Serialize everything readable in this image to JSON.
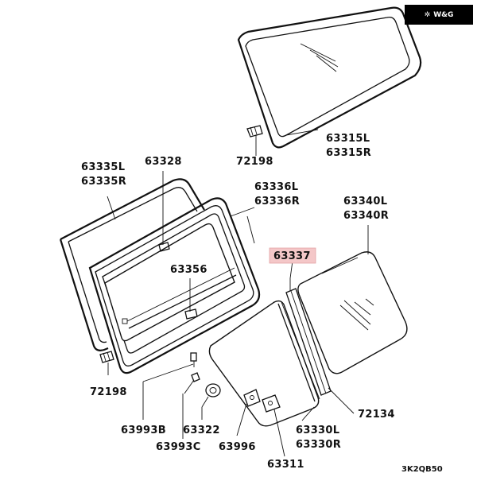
{
  "logo": {
    "text": "W&G",
    "icon": "wing-icon"
  },
  "labels": {
    "p63315": [
      "63315L",
      "63315R"
    ],
    "p72198a": "72198",
    "p63335": [
      "63335L",
      "63335R"
    ],
    "p63328": "63328",
    "p63336": [
      "63336L",
      "63336R"
    ],
    "p63340": [
      "63340L",
      "63340R"
    ],
    "p63337": "63337",
    "p63356": "63356",
    "p72198b": "72198",
    "p72134": "72134",
    "p63993b": "63993B",
    "p63322": "63322",
    "p63330": [
      "63330L",
      "63330R"
    ],
    "p63993c": "63993C",
    "p63996": "63996",
    "p63311": "63311"
  },
  "ref_code": "3K2QB50",
  "colors": {
    "highlight_fill": "#f4c7c8",
    "highlight_stroke": "#e3a3a5",
    "ink": "#111111",
    "badge": "#000000"
  }
}
